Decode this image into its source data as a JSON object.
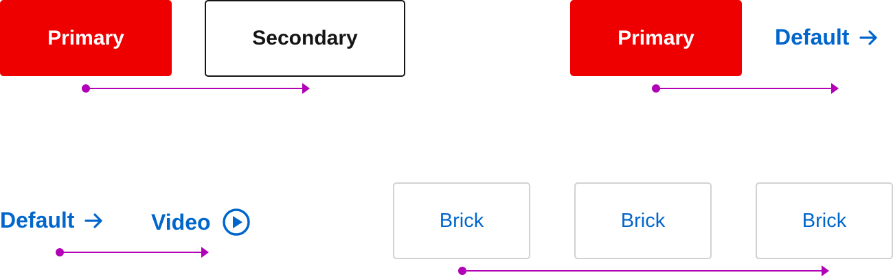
{
  "colors": {
    "primary": "#ee0000",
    "link": "#0066cc",
    "flow_arrow": "#b100b5",
    "secondary_border": "#151515",
    "brick_border": "#d2d2d2"
  },
  "groups": {
    "primary_secondary": {
      "primary_label": "Primary",
      "secondary_label": "Secondary"
    },
    "primary_default": {
      "primary_label": "Primary",
      "default_label": "Default",
      "default_icon": "arrow-right-icon"
    },
    "default_video": {
      "default_label": "Default",
      "default_icon": "arrow-right-icon",
      "video_label": "Video",
      "video_icon": "play-circle-icon"
    },
    "bricks": {
      "labels": [
        "Brick",
        "Brick",
        "Brick"
      ]
    }
  }
}
